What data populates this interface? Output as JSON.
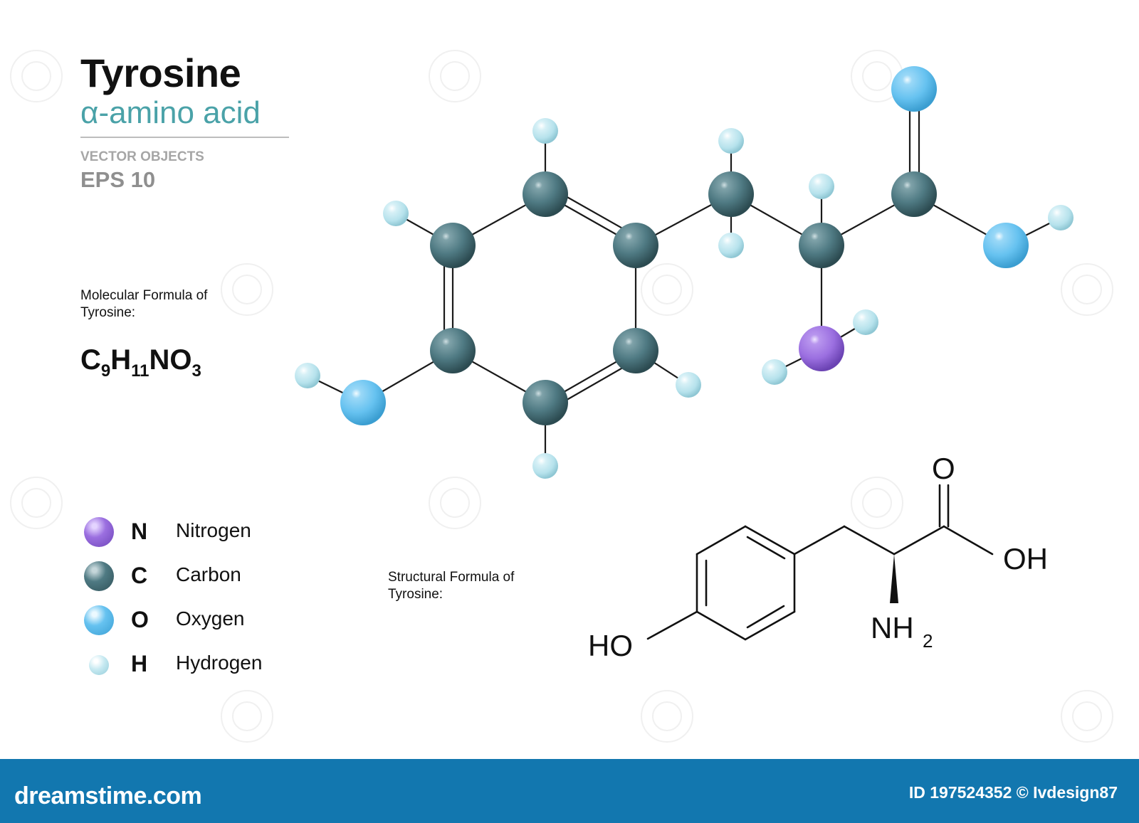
{
  "header": {
    "title": "Tyrosine",
    "subtitle": "α-amino acid",
    "vector_objects": "VECTOR OBJECTS",
    "eps": "EPS 10"
  },
  "molecular_formula": {
    "label": "Molecular Formula of Tyrosine:",
    "parts": [
      {
        "el": "C",
        "sub": "9"
      },
      {
        "el": "H",
        "sub": "11"
      },
      {
        "el": "N",
        "sub": ""
      },
      {
        "el": "O",
        "sub": "3"
      }
    ]
  },
  "structural_formula": {
    "label": "Structural  Formula of Tyrosine:",
    "atom_labels": {
      "ho": "HO",
      "o": "O",
      "oh": "OH",
      "nh": "NH",
      "nh_sub": "2"
    }
  },
  "legend": [
    {
      "symbol": "N",
      "name": "Nitrogen",
      "color": "#9b6fe0",
      "size": "large"
    },
    {
      "symbol": "C",
      "name": "Carbon",
      "color": "#4f7a83",
      "size": "large"
    },
    {
      "symbol": "O",
      "name": "Oxygen",
      "color": "#66c2f0",
      "size": "large"
    },
    {
      "symbol": "H",
      "name": "Hydrogen",
      "color": "#b6e2ec",
      "size": "small"
    }
  ],
  "colors": {
    "carbon": "#4f7a83",
    "oxygen": "#66c2f0",
    "nitrogen": "#9b6fe0",
    "hydrogen": "#b6e2ec",
    "accent": "#4aa2a8",
    "footer": "#1277af"
  },
  "footer": {
    "brand": "dreamstime.com",
    "image_id": "ID 197524352 © Ivdesign87"
  }
}
